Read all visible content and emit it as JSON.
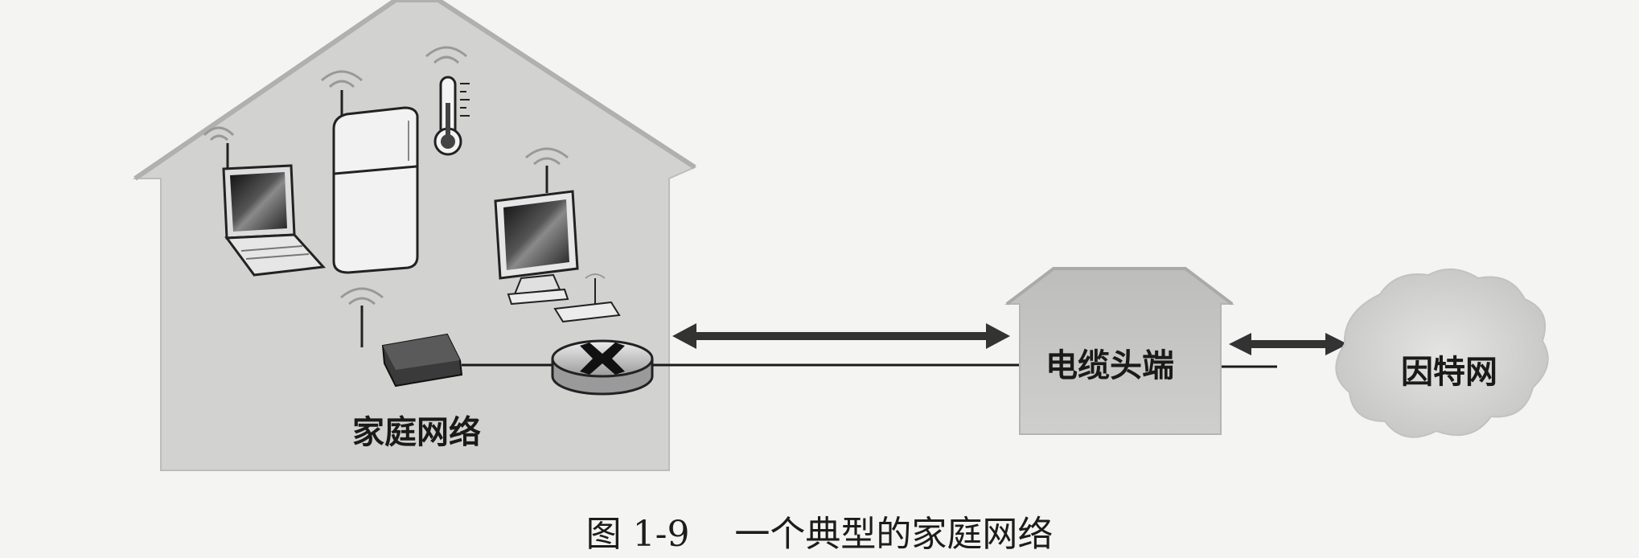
{
  "figure": {
    "home_network_label": "家庭网络",
    "cable_headend_label": "电缆头端",
    "internet_label": "因特网",
    "caption_number": "图 1-9",
    "caption_text": "一个典型的家庭网络"
  },
  "devices": [
    {
      "icon": "laptop-icon",
      "wireless": true
    },
    {
      "icon": "refrigerator-icon",
      "wireless": true
    },
    {
      "icon": "thermometer-icon",
      "wireless": true
    },
    {
      "icon": "desktop-computer-icon",
      "wireless": true
    },
    {
      "icon": "wireless-access-point-icon",
      "wireless": true
    },
    {
      "icon": "router-icon",
      "wireless": false
    }
  ],
  "colors": {
    "house_fill": "#d2d2d0",
    "headend_fill": "#c8c8c6",
    "cloud_fill": "#d8d8d6",
    "link": "#1a1a1a",
    "arrow": "#333333"
  }
}
